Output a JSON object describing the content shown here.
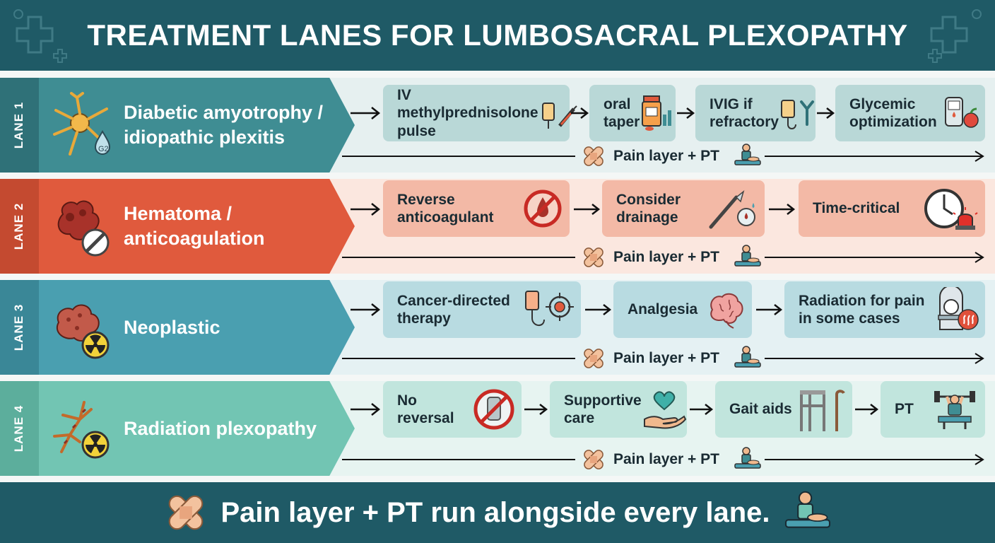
{
  "header": {
    "title": "TREATMENT LANES FOR LUMBOSACRAL PLEXOPATHY"
  },
  "lanes": [
    {
      "tab": "LANE 1",
      "name": "Diabetic amyotrophy / idiopathic plexitis",
      "icon": "nerve-cell-glucose-icon",
      "colors": {
        "head": "#3f8d93",
        "tab": "#2f7178",
        "body": "#e6f0f0",
        "step": "#b9d8d7"
      },
      "steps": [
        {
          "label": "IV methylprednisolone\npulse",
          "icon": "iv-syringe-icon"
        },
        {
          "label": "oral\ntaper",
          "icon": "pill-bottle-icon"
        },
        {
          "label": "IVIG if\nrefractory",
          "icon": "iv-antibody-icon"
        },
        {
          "label": "Glycemic\noptimization",
          "icon": "glucometer-apple-icon"
        }
      ],
      "pain": "Pain layer + PT"
    },
    {
      "tab": "LANE 2",
      "name": "Hematoma / anticoagulation",
      "icon": "blood-clot-no-icon",
      "colors": {
        "head": "#e05a3d",
        "tab": "#c44a30",
        "body": "#fbe7df",
        "step": "#f3b9a6"
      },
      "steps": [
        {
          "label": "Reverse\nanticoagulant",
          "icon": "no-blood-drop-icon"
        },
        {
          "label": "Consider\ndrainage",
          "icon": "scalpel-icon"
        },
        {
          "label": "Time-critical",
          "icon": "clock-siren-icon"
        }
      ],
      "pain": "Pain layer + PT"
    },
    {
      "tab": "LANE 3",
      "name": "Neoplastic",
      "icon": "tumor-radiation-icon",
      "colors": {
        "head": "#4a9fb0",
        "tab": "#3a8797",
        "body": "#e5f1f3",
        "step": "#b8dbe1"
      },
      "steps": [
        {
          "label": "Cancer-directed\ntherapy",
          "icon": "iv-target-icon"
        },
        {
          "label": "Analgesia",
          "icon": "brain-icon"
        },
        {
          "label": "Radiation for pain\nin some cases",
          "icon": "scanner-icon"
        }
      ],
      "pain": "Pain layer + PT"
    },
    {
      "tab": "LANE 4",
      "name": "Radiation plexopathy",
      "icon": "damaged-nerve-radiation-icon",
      "colors": {
        "head": "#72c5b3",
        "tab": "#5cae9c",
        "body": "#e7f4f1",
        "step": "#c1e5dd"
      },
      "steps": [
        {
          "label": "No\nreversal",
          "icon": "no-reversal-icon"
        },
        {
          "label": "Supportive\ncare",
          "icon": "heart-hand-icon"
        },
        {
          "label": "Gait aids",
          "icon": "walker-cane-icon"
        },
        {
          "label": "PT",
          "icon": "weightlifter-icon"
        }
      ],
      "pain": "Pain layer + PT"
    }
  ],
  "footer": {
    "text": "Pain layer + PT run alongside every lane."
  }
}
